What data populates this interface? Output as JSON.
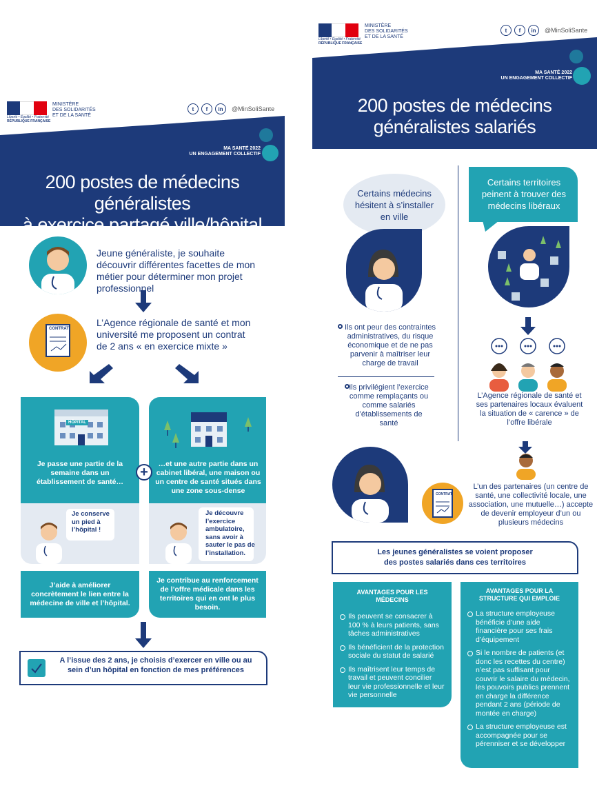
{
  "left": {
    "ministry": [
      "MINISTÈRE",
      "DES SOLIDARITÉS",
      "ET DE LA SANTÉ"
    ],
    "motto": "Liberté • Égalité • Fraternité",
    "republic": "RÉPUBLIQUE FRANÇAISE",
    "social_handle": "@MinSoliSante",
    "ma_sante": [
      "MA SANTÉ 2022",
      "UN ENGAGEMENT COLLECTIF"
    ],
    "title": [
      "200 postes de médecins généralistes",
      "à exercice partagé ville/hôpital"
    ],
    "step1": "Jeune généraliste, je souhaite découvrir différentes facettes de mon métier pour déterminer mon projet professionnel",
    "step2": "L’Agence régionale de santé et mon université me proposent un contrat de 2 ans « en exercice mixte »",
    "contrat_label": "CONTRAT",
    "hospital_sign": "HÔPITAL",
    "card_left": "Je passe une partie de la semaine dans un établissement de santé…",
    "card_right": "…et une autre partie dans un cabinet libéral, une maison ou un centre de santé situés dans une zone sous-dense",
    "plus": "+",
    "bubble_left": "Je conserve un pied à l’hôpital !",
    "bubble_right": "Je découvre l’exercice ambulatoire, sans avoir à sauter le pas de l’installation.",
    "result_left": "J’aide à améliorer concrètement le lien entre la médecine de ville et l’hôpital.",
    "result_right": "Je contribue au renforcement de l’offre médicale dans les territoires qui en ont le plus besoin.",
    "conclusion": "A l’issue des 2 ans, je choisis d’exercer en ville ou au sein d’un hôpital en fonction de mes préférences"
  },
  "right": {
    "ministry": [
      "MINISTÈRE",
      "DES SOLIDARITÉS",
      "ET DE LA SANTÉ"
    ],
    "motto": "Liberté • Égalité • Fraternité",
    "republic": "RÉPUBLIQUE FRANÇAISE",
    "social_handle": "@MinSoliSante",
    "ma_sante": [
      "MA SANTÉ 2022",
      "UN ENGAGEMENT COLLECTIF"
    ],
    "title": [
      "200 postes de médecins",
      "généralistes salariés"
    ],
    "thought": "Certains médecins hésitent à s’installer en ville",
    "territories": "Certains territoires peinent à trouver des médecins libéraux",
    "fear": "Ils ont peur des contraintes administratives, du risque économique et de ne pas parvenir à maîtriser leur charge de travail",
    "prefer": "Ils privilégient l’exercice comme remplaçants ou comme salariés d’établissements de santé",
    "ars": "L’Agence régionale de santé et ses partenaires locaux évaluent la situation de « carence » de l’offre libérale",
    "partner": "L’un des partenaires (un centre de santé, une collectivité locale, une association, une mutuelle…) accepte de devenir employeur d’un ou plusieurs médecins",
    "contrat_label": "CONTRAT",
    "proposal": "Les jeunes généralistes se voient proposer des postes salariés dans ces territoires",
    "adv_doctors_title": "AVANTAGES POUR LES MÉDECINS",
    "adv_doctors": [
      "Ils peuvent se consacrer à 100 % à leurs patients, sans tâches administratives",
      "Ils bénéficient de la protection sociale du statut de salarié",
      "Ils maîtrisent leur temps de travail et peuvent concilier leur vie professionnelle et leur vie personnelle"
    ],
    "adv_struct_title": "AVANTAGES POUR LA STRUCTURE QUI EMPLOIE",
    "adv_struct": [
      "La structure employeuse bénéficie d’une aide financière pour ses frais d’équipement",
      "Si le nombre de patients (et donc les recettes du centre) n’est pas suffisant pour couvrir le salaire du médecin, les pouvoirs publics prennent en charge la différence pendant 2 ans (période de montée en charge)",
      "La structure employeuse est accompagnée pour se pérenniser et se développer"
    ]
  },
  "colors": {
    "navy": "#1d3a7a",
    "teal": "#22a3b3",
    "orange": "#f0a526",
    "light": "#e4eaf2"
  }
}
